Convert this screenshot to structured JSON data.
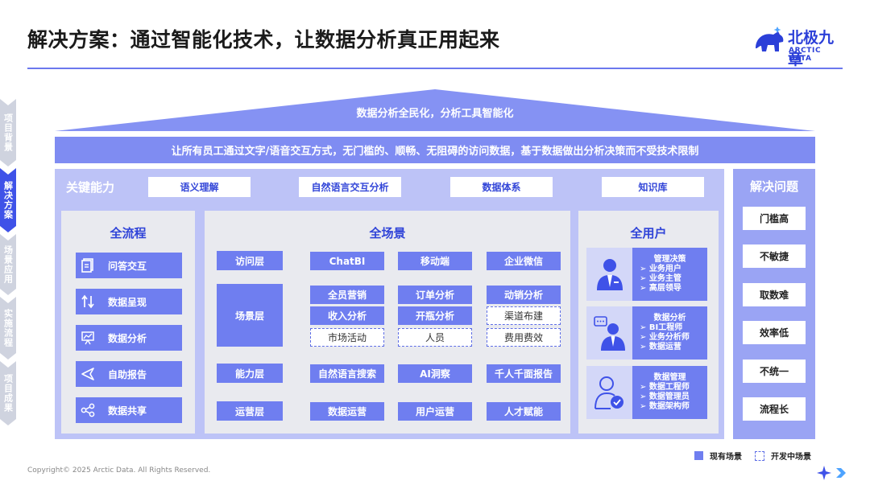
{
  "title": "解决方案：通过智能化技术，让数据分析真正用起来",
  "logo": {
    "name_cn": "北极九章",
    "name_en": "ARCTIC DATA"
  },
  "side_nav": [
    {
      "label": "项目背景",
      "active": false
    },
    {
      "label": "解决方案",
      "active": true
    },
    {
      "label": "场景应用",
      "active": false
    },
    {
      "label": "实施流程",
      "active": false
    },
    {
      "label": "项目成果",
      "active": false
    }
  ],
  "roof": {
    "text": "数据分析全民化，分析工具智能化"
  },
  "banner": {
    "text": "让所有员工通过文字/语音交互方式，无门槛的、顺畅、无阻碍的访问数据，基于数据做出分析决策而不受技术限制"
  },
  "capabilities": {
    "title": "关键能力",
    "items": [
      "语义理解",
      "自然语言交互分析",
      "数据体系",
      "知识库"
    ]
  },
  "full_process": {
    "title": "全流程",
    "items": [
      {
        "label": "问答交互",
        "icon": "document-icon"
      },
      {
        "label": "数据呈现",
        "icon": "sort-arrows-icon"
      },
      {
        "label": "数据分析",
        "icon": "presentation-icon"
      },
      {
        "label": "自助报告",
        "icon": "send-icon"
      },
      {
        "label": "数据共享",
        "icon": "share-icon"
      }
    ]
  },
  "full_scene": {
    "title": "全场景",
    "layers": [
      "访问层",
      "场景层",
      "能力层",
      "运营层"
    ],
    "access": [
      "ChatBI",
      "移动端",
      "企业微信"
    ],
    "scene": [
      [
        {
          "label": "全员营销",
          "dev": false
        },
        {
          "label": "订单分析",
          "dev": false
        },
        {
          "label": "动销分析",
          "dev": false
        }
      ],
      [
        {
          "label": "收入分析",
          "dev": false
        },
        {
          "label": "开瓶分析",
          "dev": false
        },
        {
          "label": "渠道布建",
          "dev": true
        }
      ],
      [
        {
          "label": "市场活动",
          "dev": true
        },
        {
          "label": "人员",
          "dev": true
        },
        {
          "label": "费用费效",
          "dev": true
        }
      ]
    ],
    "ability": [
      "自然语言搜索",
      "AI洞察",
      "千人千面报告"
    ],
    "ops": [
      "数据运营",
      "用户运营",
      "人才赋能"
    ]
  },
  "full_user": {
    "title": "全用户",
    "groups": [
      {
        "head": "管理决策",
        "subs": [
          "业务用户",
          "业务主管",
          "高层领导"
        ],
        "icon": "manager-icon"
      },
      {
        "head": "数据分析",
        "subs": [
          "BI工程师",
          "业务分析师",
          "数据运营"
        ],
        "icon": "analyst-icon"
      },
      {
        "head": "数据管理",
        "subs": [
          "数据工程师",
          "数据管理员",
          "数据架构师"
        ],
        "icon": "admin-icon"
      }
    ]
  },
  "problems": {
    "title": "解决问题",
    "items": [
      "门槛高",
      "不敏捷",
      "取数难",
      "效率低",
      "不统一",
      "流程长"
    ]
  },
  "legend": {
    "existing": "现有场景",
    "developing": "开发中场景"
  },
  "copyright": "Copyright© 2025 Arctic Data. All Rights Reserved.",
  "colors": {
    "primary": "#3f52e8",
    "tile": "#6f7ef0",
    "band": "#bdc3f7",
    "panel": "#e9eaef"
  }
}
